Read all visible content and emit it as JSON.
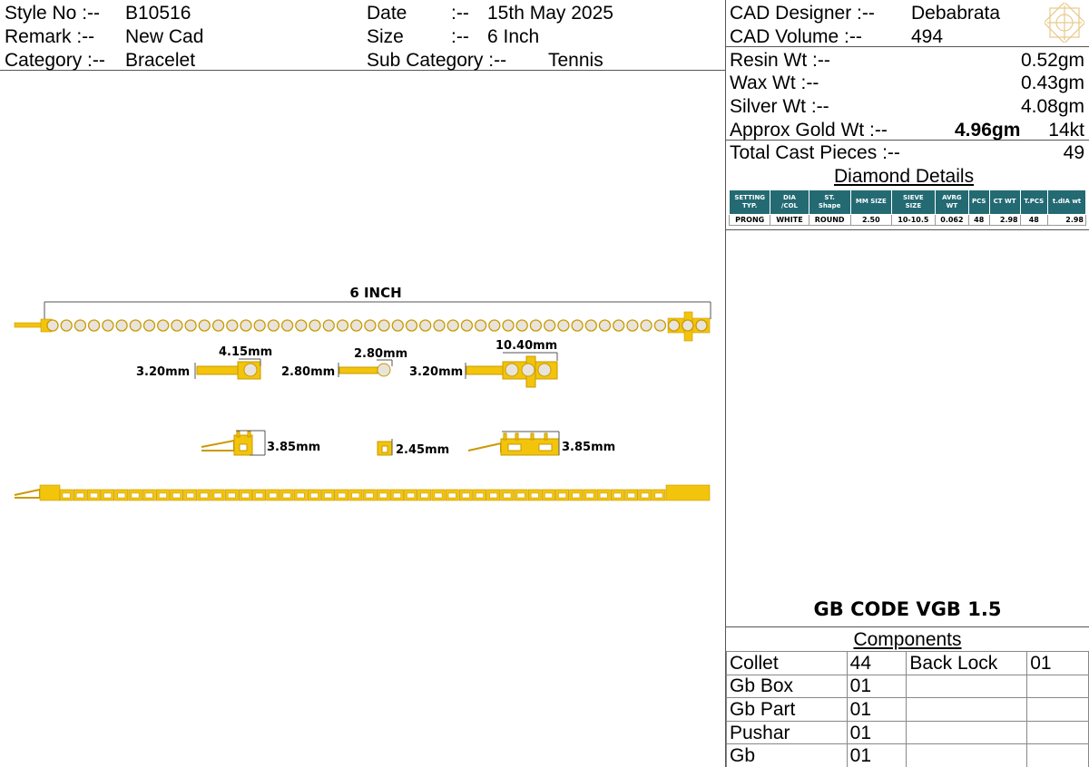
{
  "header": {
    "style_no_label": "Style No :--",
    "style_no": "B10516",
    "remark_label": "Remark  :--",
    "remark": "New Cad",
    "category_label": "Category :--",
    "category": "Bracelet",
    "date_label": "Date",
    "date_sep": ":--",
    "date": "15th May 2025",
    "size_label": "Size",
    "size_sep": ":--",
    "size": "6 Inch",
    "sub_category_label": "Sub Category :--",
    "sub_category": "Tennis"
  },
  "cad": {
    "designer_label": "CAD   Designer :--",
    "designer": "Debabrata",
    "volume_label": "CAD    Volume  :--",
    "volume": "494"
  },
  "weights": {
    "resin_label": "Resin Wt :--",
    "resin": "0.52gm",
    "wax_label": "Wax   Wt :--",
    "wax": "0.43gm",
    "silver_label": "Silver Wt :--",
    "silver": "4.08gm",
    "gold_label": "Approx Gold Wt :--",
    "gold": "4.96gm",
    "gold_karat": "14kt",
    "cast_label": "Total Cast Pieces :--",
    "cast": "49"
  },
  "diamond": {
    "title": "Diamond Details",
    "headers": [
      [
        "SETTING",
        "TYP."
      ],
      [
        "DIA",
        "/COL"
      ],
      [
        "ST.",
        "Shape"
      ],
      [
        "MM SIZE"
      ],
      [
        "SIEVE",
        "SIZE"
      ],
      [
        "AVRG",
        "WT"
      ],
      [
        "PCS"
      ],
      [
        "CT WT"
      ],
      [
        "T.PCS"
      ],
      [
        "t.dIA wt"
      ]
    ],
    "row": [
      "PRONG",
      "WHITE",
      "ROUND",
      "2.50",
      "10-10.5",
      "0.062",
      "48",
      "2.98",
      "48",
      "2.98"
    ]
  },
  "gb_code": "GB CODE VGB 1.5",
  "components": {
    "title": "Components",
    "rows": [
      [
        "Collet",
        "44",
        "Back Lock",
        "01"
      ],
      [
        "Gb Box",
        "01",
        "",
        ""
      ],
      [
        "Gb Part",
        "01",
        "",
        ""
      ],
      [
        "Pushar",
        "01",
        "",
        ""
      ],
      [
        "Gb",
        "01",
        "",
        ""
      ]
    ]
  },
  "drawing": {
    "length_label": "6 INCH",
    "top_dims": [
      "4.15mm",
      "3.20mm",
      "2.80mm",
      "2.80mm",
      "10.40mm",
      "3.20mm"
    ],
    "side_dims": [
      "3.85mm",
      "2.45mm",
      "3.85mm"
    ],
    "stone_count_top": 48,
    "link_count_side": 44,
    "colors": {
      "gold": "#f2c40c",
      "gold_dark": "#c99a00",
      "stone": "#e8e4dc",
      "line": "#555555"
    }
  }
}
